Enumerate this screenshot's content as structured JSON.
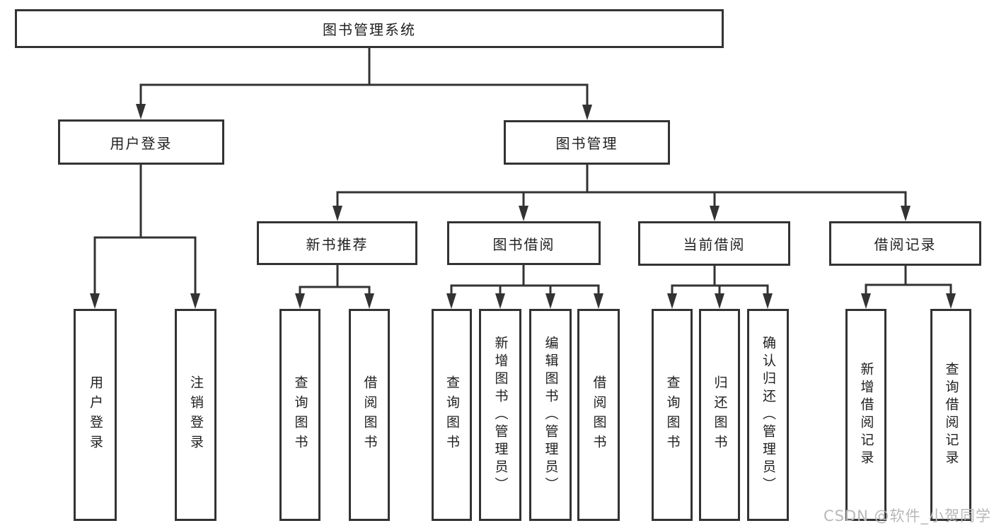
{
  "diagram": {
    "type": "hierarchy-chart",
    "colors": {
      "line": "#333333",
      "box_border": "#333333",
      "text": "#1f1f1f",
      "watermark": "#b8b8b8",
      "background": "#ffffff"
    }
  },
  "nodes": {
    "root": {
      "label": "图书管理系统"
    },
    "level2": [
      {
        "label": "用户登录"
      },
      {
        "label": "图书管理"
      }
    ],
    "level3": [
      {
        "label": "新书推荐",
        "parent": "图书管理"
      },
      {
        "label": "图书借阅",
        "parent": "图书管理"
      },
      {
        "label": "当前借阅",
        "parent": "图书管理"
      },
      {
        "label": "借阅记录",
        "parent": "图书管理"
      }
    ],
    "leaves": [
      {
        "label": "用户登录",
        "parent": "用户登录"
      },
      {
        "label": "注销登录",
        "parent": "用户登录"
      },
      {
        "label": "查询图书",
        "parent": "新书推荐"
      },
      {
        "label": "借阅图书",
        "parent": "新书推荐"
      },
      {
        "label": "查询图书",
        "parent": "图书借阅"
      },
      {
        "label": "新增图书（管理员）",
        "parent": "图书借阅"
      },
      {
        "label": "编辑图书（管理员）",
        "parent": "图书借阅"
      },
      {
        "label": "借阅图书",
        "parent": "图书借阅"
      },
      {
        "label": "查询图书",
        "parent": "当前借阅"
      },
      {
        "label": "归还图书",
        "parent": "当前借阅"
      },
      {
        "label": "确认归还（管理员）",
        "parent": "当前借阅"
      },
      {
        "label": "新增借阅记录",
        "parent": "借阅记录"
      },
      {
        "label": "查询借阅记录",
        "parent": "借阅记录"
      }
    ]
  },
  "watermark": {
    "text": "CSDN @软件_小贺同学"
  }
}
